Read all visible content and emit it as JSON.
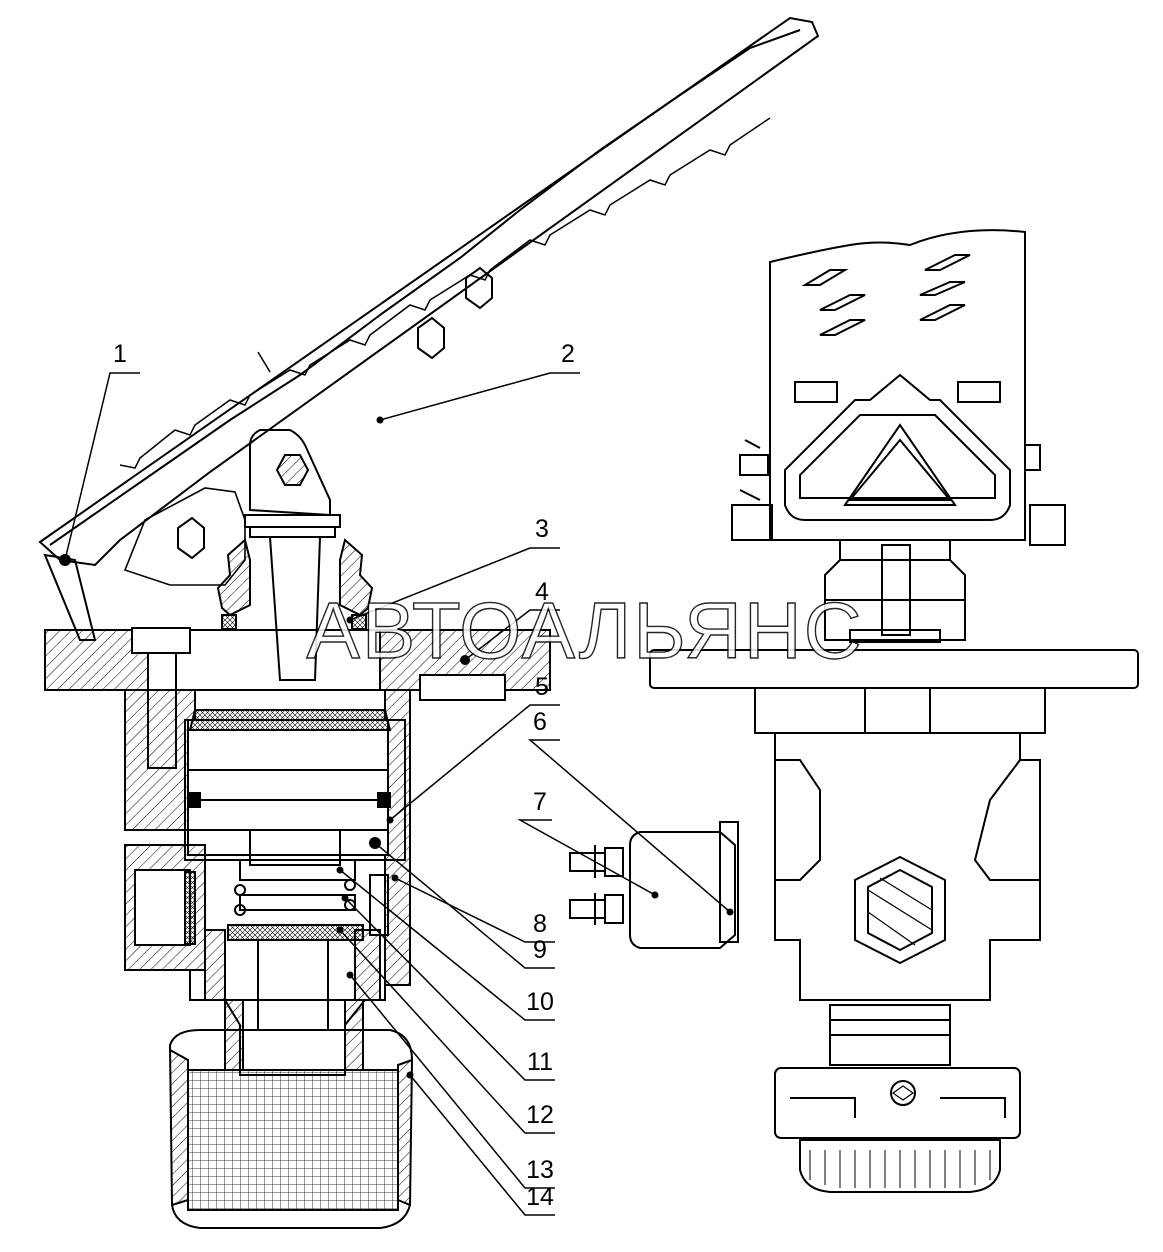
{
  "watermark": "АВТОАЛЬЯНС",
  "callouts": [
    {
      "id": "1",
      "label": "1"
    },
    {
      "id": "2",
      "label": "2"
    },
    {
      "id": "3",
      "label": "3"
    },
    {
      "id": "4",
      "label": "4"
    },
    {
      "id": "5",
      "label": "5"
    },
    {
      "id": "6",
      "label": "6"
    },
    {
      "id": "7",
      "label": "7"
    },
    {
      "id": "8",
      "label": "8"
    },
    {
      "id": "9",
      "label": "9"
    },
    {
      "id": "10",
      "label": "10"
    },
    {
      "id": "11",
      "label": "11"
    },
    {
      "id": "12",
      "label": "12"
    },
    {
      "id": "13",
      "label": "13"
    },
    {
      "id": "14",
      "label": "14"
    }
  ],
  "colors": {
    "line": "#000000",
    "background": "#ffffff"
  }
}
